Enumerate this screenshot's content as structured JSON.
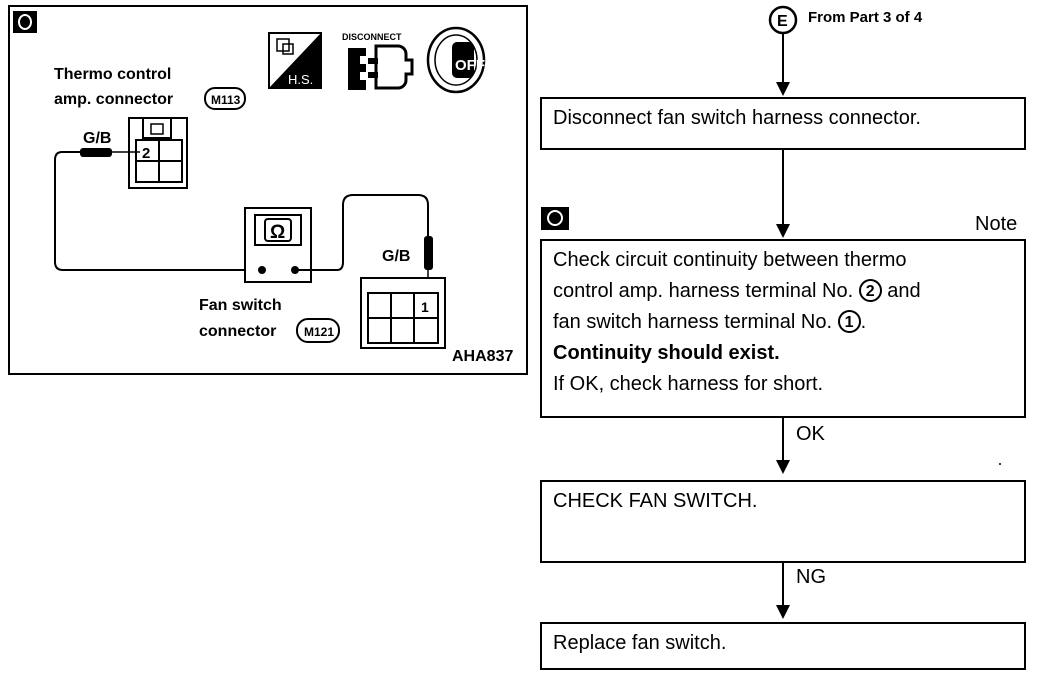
{
  "diagram": {
    "amp_connector_label_line1": "Thermo control",
    "amp_connector_label_line2": "amp. connector",
    "amp_connector_id": "M113",
    "wire_color_amp": "G/B",
    "amp_terminal": "2",
    "wire_color_fan": "G/B",
    "fan_terminal": "1",
    "fan_connector_label_line1": "Fan switch",
    "fan_connector_label_line2": "connector",
    "fan_connector_id": "M121",
    "ohmmeter_symbol": "Ω",
    "hs_label": "H.S.",
    "disconnect_label": "DISCONNECT",
    "off_label": "OFF",
    "figure_code": "AHA837",
    "icons": [
      "ohmmeter-badge-icon",
      "harness-side-icon",
      "disconnect-connector-icon",
      "ignition-off-icon"
    ]
  },
  "flow": {
    "entry_marker": "E",
    "entry_text": "From Part 3 of 4",
    "step1": "Disconnect fan switch harness connector.",
    "note_label": "Note",
    "check": {
      "line1": "Check circuit continuity between thermo",
      "line2_pre": "control amp. harness terminal No.",
      "line2_num": "2",
      "line2_post": "and",
      "line3_pre": "fan switch harness terminal No.",
      "line3_num": "1",
      "line3_post": ".",
      "line4": "Continuity should exist.",
      "line5": "If OK, check harness for short."
    },
    "ok_label": "OK",
    "step3": "CHECK FAN SWITCH.",
    "ng_label": "NG",
    "step4": "Replace fan switch."
  }
}
